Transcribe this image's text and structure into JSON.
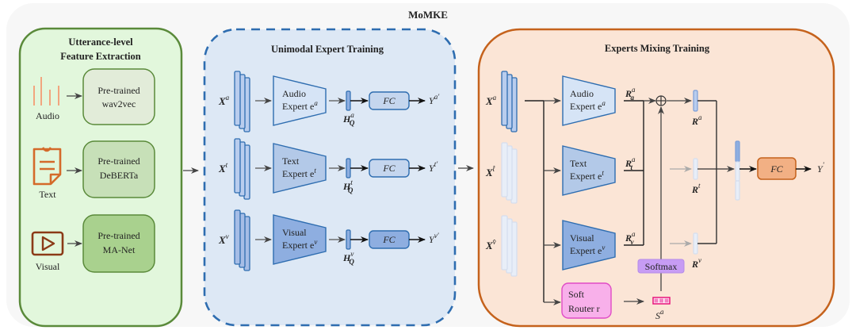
{
  "title": "MoMKE",
  "colors": {
    "outer_bg": "#f7f7f7",
    "green_panel_bg": "#e2f7dc",
    "green_panel_border": "#5a8a3a",
    "blue_panel_bg": "#dde8f5",
    "blue_panel_border": "#2e6db0",
    "orange_panel_bg": "#fbe5d6",
    "orange_panel_border": "#c5621c",
    "icon_orange": "#d46a2a",
    "icon_brown": "#8b3a17",
    "softmax": "#c79cf4",
    "router": "#f8b0ea",
    "router_border": "#e04cc6",
    "score": "#e8127a",
    "fc_orange": "#f2b084"
  },
  "panels": {
    "extraction": {
      "title_line1": "Utterance-level",
      "title_line2": "Feature Extraction",
      "rows": [
        {
          "modality": "Audio",
          "icon": "audio-waveform-icon",
          "model_line1": "Pre-trained",
          "model_line2": "wav2vec"
        },
        {
          "modality": "Text",
          "icon": "document-icon",
          "model_line1": "Pre-trained",
          "model_line2": "DeBERTa"
        },
        {
          "modality": "Visual",
          "icon": "video-play-icon",
          "model_line1": "Pre-trained",
          "model_line2": "MA-Net"
        }
      ]
    },
    "unimodal": {
      "title": "Unimodal Expert Training",
      "rows": [
        {
          "input_base": "X",
          "input_sup": "a",
          "expert_line1": "Audio",
          "expert_line2": "Expert e",
          "expert_sup": "a",
          "hidden_base": "H",
          "hidden_sup": "a",
          "hidden_sub": "Q",
          "fc": "FC",
          "output_base": "Y",
          "output_sup": "a'"
        },
        {
          "input_base": "X",
          "input_sup": "t",
          "expert_line1": "Text",
          "expert_line2": "Expert e",
          "expert_sup": "t",
          "hidden_base": "H",
          "hidden_sup": "t",
          "hidden_sub": "Q",
          "fc": "FC",
          "output_base": "Y",
          "output_sup": "t'"
        },
        {
          "input_base": "X",
          "input_sup": "v",
          "expert_line1": "Visual",
          "expert_line2": "Expert e",
          "expert_sup": "v",
          "hidden_base": "H",
          "hidden_sup": "v",
          "hidden_sub": "Q",
          "fc": "FC",
          "output_base": "Y",
          "output_sup": "v'"
        }
      ]
    },
    "mixing": {
      "title": "Experts Mixing Training",
      "inputs": [
        {
          "base": "X",
          "sup": "a"
        },
        {
          "base": "X",
          "sup": "t̂"
        },
        {
          "base": "X",
          "sup": "v̂"
        }
      ],
      "experts": [
        {
          "line1": "Audio",
          "line2": "Expert e",
          "sup": "a",
          "r_base": "R",
          "r_sup": "a",
          "r_sub": "a"
        },
        {
          "line1": "Text",
          "line2": "Expert e",
          "sup": "t",
          "r_base": "R",
          "r_sup": "a",
          "r_sub": "t"
        },
        {
          "line1": "Visual",
          "line2": "Expert e",
          "sup": "v",
          "r_base": "R",
          "r_sup": "a",
          "r_sub": "v"
        }
      ],
      "oplus": "⊕",
      "rep_labels": [
        {
          "base": "R",
          "sup": "a"
        },
        {
          "base": "R",
          "sup": "t"
        },
        {
          "base": "R",
          "sup": "v"
        }
      ],
      "softmax": "Softmax",
      "router_line1": "Soft",
      "router_line2": "Router r",
      "score_base": "S",
      "score_sup": "a",
      "fc": "FC",
      "output_base": "Y",
      "output_sup": "'"
    }
  }
}
